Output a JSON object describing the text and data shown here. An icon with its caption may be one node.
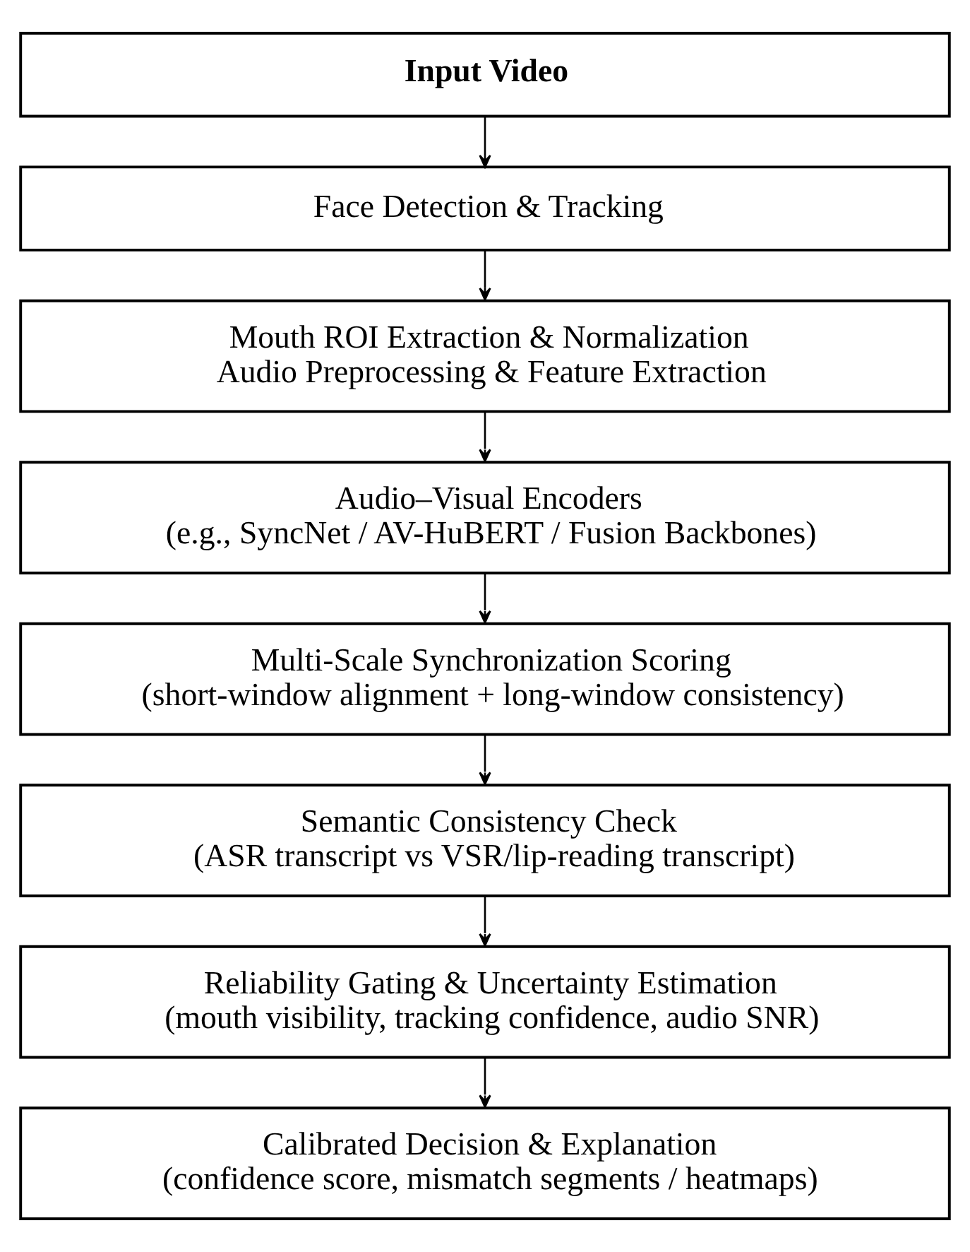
{
  "diagram": {
    "nodes": [
      {
        "text": [
          "Input Video"
        ]
      },
      {
        "text": [
          "Face Detection & Tracking"
        ]
      },
      {
        "text": [
          "Mouth ROI Extraction & Normalization",
          "Audio Preprocessing & Feature Extraction"
        ]
      },
      {
        "text": [
          "Audio–Visual Encoders",
          "(e.g., SyncNet / AV-HuBERT / Fusion Backbones)"
        ]
      },
      {
        "text": [
          "Multi-Scale Synchronization Scoring",
          "(short-window alignment + long-window consistency)"
        ]
      },
      {
        "text": [
          "Semantic Consistency Check",
          "(ASR transcript vs VSR/lip-reading transcript)"
        ]
      },
      {
        "text": [
          "Reliability Gating & Uncertainty Estimation",
          "(mouth visibility, tracking confidence, audio SNR)"
        ]
      },
      {
        "text": [
          "Calibrated Decision & Explanation",
          "(confidence score, mismatch segments / heatmaps)"
        ]
      }
    ],
    "edges": [
      {
        "from": 0,
        "to": 1,
        "arrow": "to"
      },
      {
        "from": 1,
        "to": 2,
        "arrow": "to"
      },
      {
        "from": 2,
        "to": 3,
        "arrow": "to"
      },
      {
        "from": 3,
        "to": 4,
        "arrow": "to"
      },
      {
        "from": 4,
        "to": 5,
        "arrow": "to"
      },
      {
        "from": 5,
        "to": 6,
        "arrow": "to"
      },
      {
        "from": 6,
        "to": 7,
        "arrow": "to"
      }
    ]
  }
}
